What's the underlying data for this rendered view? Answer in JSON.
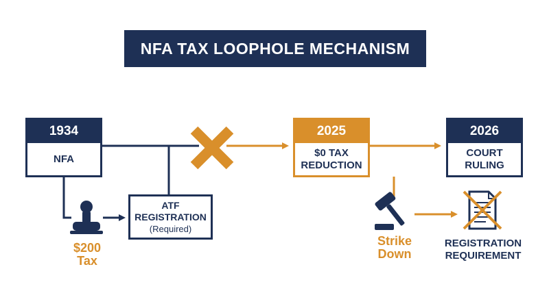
{
  "title": "NFA TAX LOOPHOLE MECHANISM",
  "nodes": {
    "nfa": {
      "year": "1934",
      "label": "NFA"
    },
    "tax_reduction": {
      "year": "2025",
      "label_line1": "$0 TAX",
      "label_line2": "REDUCTION"
    },
    "court_ruling": {
      "year": "2026",
      "label_line1": "COURT",
      "label_line2": "RULING"
    },
    "atf": {
      "label_line1": "ATF",
      "label_line2": "REGISTRATION",
      "label_line3": "(Required)"
    }
  },
  "tax_label": {
    "line1": "$200",
    "line2": "Tax"
  },
  "strike_label": {
    "line1": "Strike",
    "line2": "Down"
  },
  "registration_label": {
    "line1": "REGISTRATION",
    "line2": "REQUIREMENT"
  },
  "icons": [
    "stamp-icon",
    "x-mark-icon",
    "gavel-icon",
    "crossed-document-icon"
  ],
  "colors": {
    "navy": "#1e3055",
    "gold": "#d98f2b"
  }
}
